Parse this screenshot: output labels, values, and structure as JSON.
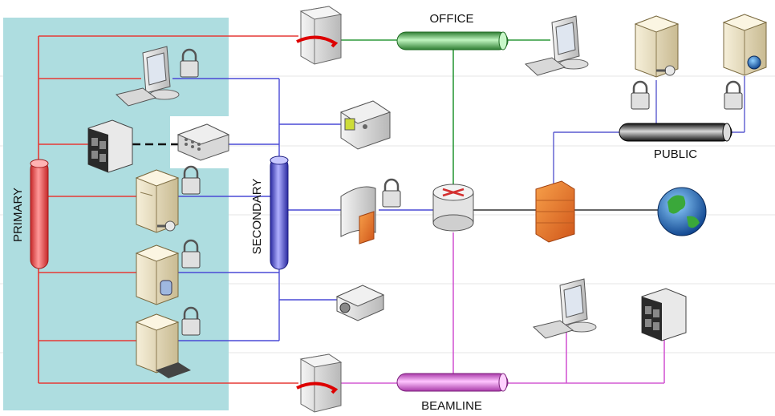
{
  "diagram": {
    "labels": {
      "office": "OFFICE",
      "public": "PUBLIC",
      "beamline": "BEAMLINE",
      "primary": "PRIMARY",
      "secondary": "SECONDARY"
    },
    "colors": {
      "primary_link": "#e53935",
      "secondary_link": "#4a4ad6",
      "office_link": "#2e9a3c",
      "beamline_link": "#d35ad3",
      "public_link": "#5a5ad0",
      "secure_zone": "#aedde0",
      "wan_link": "#333333"
    },
    "icons": [
      "firewall-server-icon",
      "workstation-icon",
      "lock-icon",
      "server-icon",
      "key-icon",
      "globe-icon",
      "storage-array-icon",
      "switch-icon",
      "database-server-icon",
      "print-server-icon",
      "router-icon",
      "firewall-icon",
      "projector-icon",
      "scanner-icon",
      "access-point-icon"
    ]
  }
}
